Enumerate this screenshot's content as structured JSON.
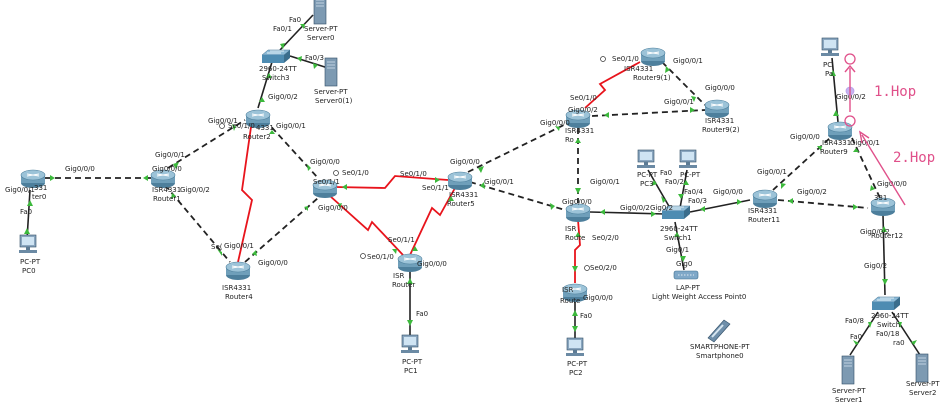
{
  "colors": {
    "ethernet": "#222222",
    "serial": "#e8141c",
    "link_up": "#3cb93c",
    "router_body": "#6f9fba",
    "switch_body": "#4e8cb2",
    "pc_body": "#8aa6bf",
    "annotation": "#e0508a"
  },
  "annotations": {
    "hop1": "1.Hop",
    "hop2": "2.Hop"
  },
  "devices": {
    "pc0": {
      "model": "PC-PT",
      "name": "PC0",
      "icon": "pc-icon"
    },
    "router0": {
      "model": "331",
      "name": "ter0",
      "icon": "router-icon"
    },
    "router1": {
      "model": "ISR4331",
      "name": "Router1",
      "icon": "router-icon"
    },
    "router2": {
      "model": "4331",
      "name": "Router2",
      "icon": "router-icon"
    },
    "router3": {
      "model": "",
      "name": "",
      "icon": "router-icon"
    },
    "router4": {
      "model": "ISR4331",
      "name": "Router4",
      "icon": "router-icon"
    },
    "router5": {
      "model": "ISR4331",
      "name": "Router5",
      "icon": "router-icon"
    },
    "router6": {
      "model": "ISR",
      "name": "Router",
      "icon": "router-icon"
    },
    "router7": {
      "model": "ISR",
      "name": "Route",
      "icon": "router-icon"
    },
    "router8": {
      "model": "ISR4331",
      "name": "Ro",
      "icon": "router-icon"
    },
    "router9_1": {
      "model": "ISR4331",
      "name": "Router9(1)",
      "icon": "router-icon"
    },
    "router9_2": {
      "model": "ISR4331",
      "name": "Router9(2)",
      "icon": "router-icon"
    },
    "router_mid": {
      "model": "ISR",
      "name": "Route",
      "icon": "router-icon"
    },
    "router9": {
      "model": "ISR4331",
      "name": "Router9",
      "icon": "router-icon"
    },
    "router11": {
      "model": "ISR4331",
      "name": "Router11",
      "icon": "router-icon"
    },
    "router12": {
      "model": "331",
      "name": "Router12",
      "icon": "router-icon"
    },
    "pc1": {
      "model": "PC-PT",
      "name": "PC1",
      "icon": "pc-icon"
    },
    "pc2": {
      "model": "PC-PT",
      "name": "PC2",
      "icon": "pc-icon"
    },
    "pc3": {
      "model": "PC-PT",
      "name": "PC3",
      "icon": "pc-icon"
    },
    "pc4": {
      "model": "PC-PT",
      "name": "",
      "icon": "pc-icon"
    },
    "pc_top": {
      "model": "PC",
      "name": "Pa",
      "icon": "pc-icon"
    },
    "switch3": {
      "model": "2960-24TT",
      "name": "Switch3",
      "icon": "switch-icon"
    },
    "switch1": {
      "model": "2960-24TT",
      "name": "Switch1",
      "icon": "switch-icon"
    },
    "switch_r": {
      "model": "2960-24TT",
      "name": "Switch",
      "icon": "switch-icon"
    },
    "server0": {
      "model": "Server-PT",
      "name": "Server0",
      "icon": "server-icon"
    },
    "server0_1": {
      "model": "Server-PT",
      "name": "Server0(1)",
      "icon": "server-icon"
    },
    "server1": {
      "model": "Server-PT",
      "name": "Server1",
      "icon": "server-icon"
    },
    "server2": {
      "model": "Server-PT",
      "name": "Server2",
      "icon": "server-icon"
    },
    "ap0": {
      "model": "LAP-PT",
      "name": "Light Weight Access Point0",
      "icon": "access-point-icon"
    },
    "smartphone0": {
      "model": "SMARTPHONE-PT",
      "name": "Smartphone0",
      "icon": "smartphone-icon"
    }
  },
  "port_labels": {
    "p1": "Fa0",
    "p2": "Fa0/1",
    "p3": "Fa0",
    "p4": "Fa0/3",
    "p5": "Gig0/0/2",
    "p6": "Se0/1/0",
    "p7": "Gig0/0/1",
    "p8": "Gig0/0/0",
    "p9": "Se0/1/1",
    "p10": "Gig0/0/1",
    "p11": "Gig0/0/0",
    "p12": "Gig0/0/2",
    "p13": "Gig0/0/1",
    "p14": "Gig0/0/0",
    "p15": "Gig0/0/1",
    "p16": "Fa0",
    "p17": "Se(",
    "p18": "Gig0/0/1",
    "p19": "Gig0/0/0",
    "p20": "Se0/1/0",
    "p21": "Se0/1/1",
    "p22": "Se0/1/0",
    "p23": "Gig0/0/0",
    "p24": "Se0/1/1",
    "p25": "Gig0/0/0",
    "p26": "Gig0/0/1",
    "p27": "Gig0/0/0",
    "p28": "Se0/1/0",
    "p29": "Gig0/0/2",
    "p30": "Gig0/0/0",
    "p31": "Gig0/0/1",
    "p32": "Se0/1/0",
    "p33": "Gig0/0/0",
    "p34": "Gig0/0/1",
    "p35": "Gig0/0/0",
    "p36": "Gig0/0/1",
    "p37": "Fa0",
    "p38": "Fa0/2",
    "p39": "Fa0/4",
    "p40": "Gig0/0/2",
    "p41": "Gig0/0/0",
    "p42": "Se0/2/0",
    "p43": "Se0/2/0",
    "p44": "Gig0/0/0",
    "p45": "Fa0",
    "p46": "Gig0/1",
    "p47": "Gig0",
    "p48": "Gig0/0/1",
    "p49": "Gig0/0/2",
    "p50": "Gig0/0/0",
    "p51": "Gig0/0/2",
    "p52": "Fa0",
    "p53": "Gig0/0/2",
    "p54": "Gig0/0/0",
    "p55": "Gig0/0/1",
    "p56": "Gig0/0/0",
    "p57": "Gig0/0/2",
    "p58": "Gig0/2",
    "p59": "Fa0/8",
    "p60": "Fa0/18",
    "p61": "Fa0",
    "p62": "ra0",
    "p63": "Fa0",
    "p64": "Fa0/1",
    "p65": "Fa0",
    "p66": "Gig0/0/1",
    "p67": "Fa0/3",
    "p68": "Gig0/1"
  }
}
